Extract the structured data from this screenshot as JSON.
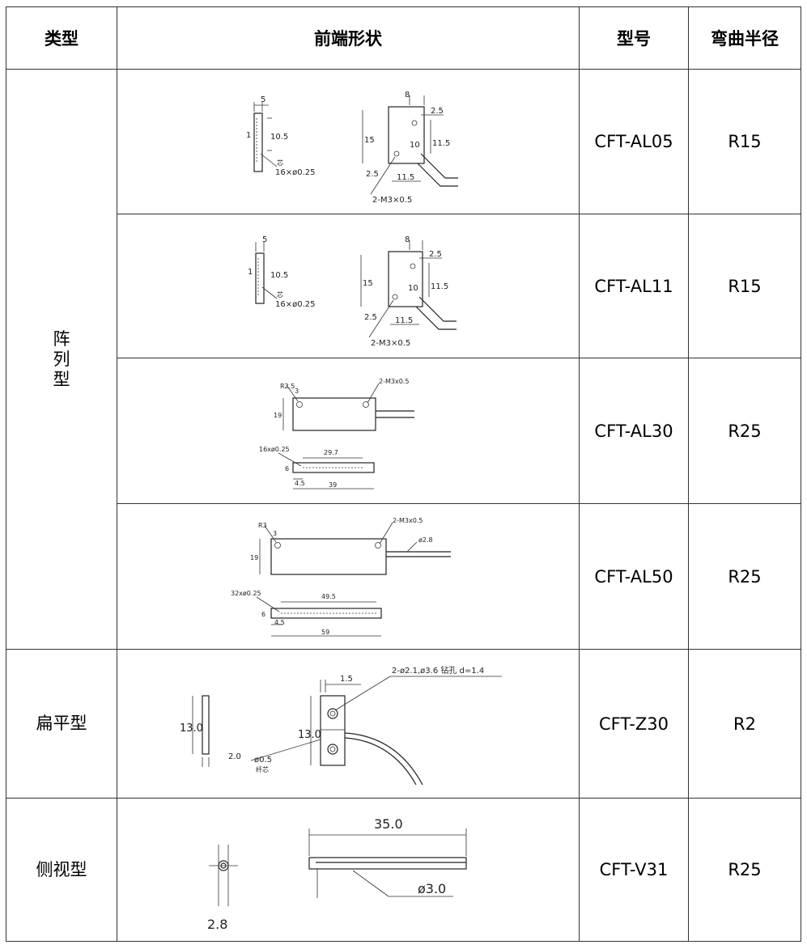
{
  "header": {
    "type": "类型",
    "shape": "前端形状",
    "model": "型号",
    "radius": "弯曲半径"
  },
  "groups": {
    "array": "阵\n列\n型",
    "flat": "扁平型",
    "side": "侧视型"
  },
  "rows": [
    {
      "model": "CFT-AL05",
      "radius": "R15",
      "dims": {
        "a": "5",
        "b": "1",
        "c": "10.5",
        "d": "芯",
        "e": "16×ø0.25",
        "f": "8",
        "g": "2.5",
        "h": "15",
        "i": "10",
        "j": "11.5",
        "k": "2.5",
        "l": "2-M3×0.5",
        "m": "11.5"
      }
    },
    {
      "model": "CFT-AL11",
      "radius": "R15",
      "dims": {
        "a": "5",
        "b": "1",
        "c": "10.5",
        "d": "芯",
        "e": "16×ø0.25",
        "f": "8",
        "g": "2.5",
        "h": "15",
        "i": "10",
        "j": "11.5",
        "k": "2.5",
        "l": "2-M3×0.5",
        "m": "11.5"
      }
    },
    {
      "model": "CFT-AL30",
      "radius": "R25",
      "dims": {
        "a": "R2.5",
        "b": "3",
        "c": "2-M3x0.5",
        "d": "19",
        "e": "16xø0.25",
        "f": "29.7",
        "g": "6",
        "h": "4.5",
        "i": "39"
      }
    },
    {
      "model": "CFT-AL50",
      "radius": "R25",
      "dims": {
        "a": "R3",
        "b": "3",
        "c": "2-M3x0.5",
        "d": "19",
        "e": "ø2.8",
        "f": "32xø0.25",
        "g": "49.5",
        "h": "6",
        "i": "4.5",
        "j": "59"
      }
    },
    {
      "model": "CFT-Z30",
      "radius": "R2",
      "dims": {
        "a": "13.0",
        "b": "2.0",
        "c": "ø0.5",
        "d": "纤芯",
        "e": "1.5",
        "f": "2-ø2.1,ø3.6 钻孔 d=1.4",
        "g": "13.0"
      }
    },
    {
      "model": "CFT-V31",
      "radius": "R25",
      "dims": {
        "a": "2.8",
        "b": "35.0",
        "c": "ø3.0"
      }
    }
  ]
}
